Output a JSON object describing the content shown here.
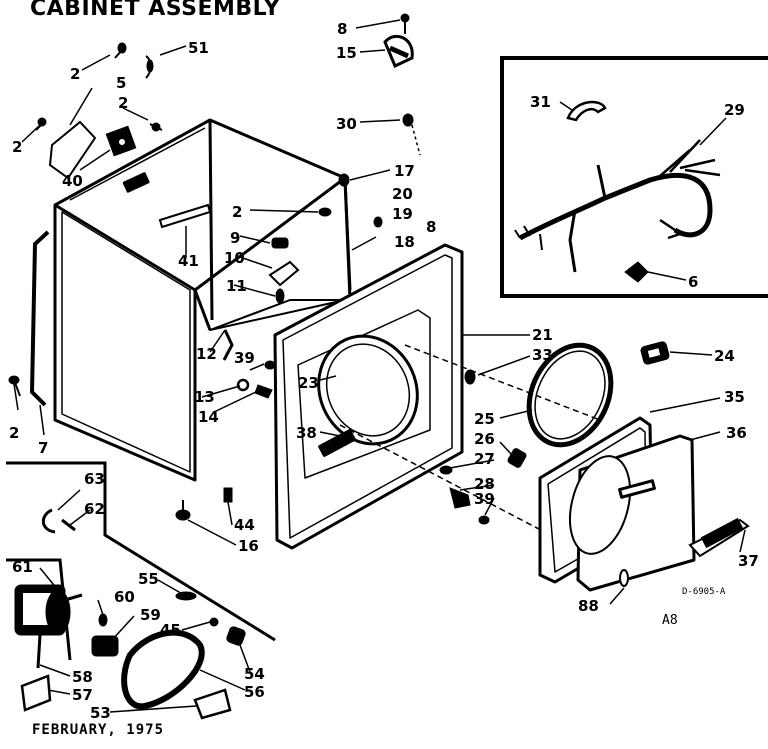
{
  "title": "CABINET ASSEMBLY",
  "footer_date": "FEBRUARY, 1975",
  "drawing_code": "D-6905-A",
  "sheet_code": "A8",
  "callouts": [
    {
      "id": "c8a",
      "text": "8"
    },
    {
      "id": "c15",
      "text": "15"
    },
    {
      "id": "c51",
      "text": "51"
    },
    {
      "id": "c2a",
      "text": "2"
    },
    {
      "id": "c5",
      "text": "5"
    },
    {
      "id": "c2b",
      "text": "2"
    },
    {
      "id": "c2c",
      "text": "2"
    },
    {
      "id": "c40",
      "text": "40"
    },
    {
      "id": "c30",
      "text": "30"
    },
    {
      "id": "c17",
      "text": "17"
    },
    {
      "id": "c20",
      "text": "20"
    },
    {
      "id": "c2d",
      "text": "2"
    },
    {
      "id": "c19",
      "text": "19"
    },
    {
      "id": "c8b",
      "text": "8"
    },
    {
      "id": "c9",
      "text": "9"
    },
    {
      "id": "c18",
      "text": "18"
    },
    {
      "id": "c10",
      "text": "10"
    },
    {
      "id": "c41",
      "text": "41"
    },
    {
      "id": "c11",
      "text": "11"
    },
    {
      "id": "c31",
      "text": "31"
    },
    {
      "id": "c29",
      "text": "29"
    },
    {
      "id": "c6",
      "text": "6"
    },
    {
      "id": "c21",
      "text": "21"
    },
    {
      "id": "c33",
      "text": "33"
    },
    {
      "id": "c24",
      "text": "24"
    },
    {
      "id": "c12",
      "text": "12"
    },
    {
      "id": "c39a",
      "text": "39"
    },
    {
      "id": "c23",
      "text": "23"
    },
    {
      "id": "c35",
      "text": "35"
    },
    {
      "id": "c13",
      "text": "13"
    },
    {
      "id": "c14",
      "text": "14"
    },
    {
      "id": "c25",
      "text": "25"
    },
    {
      "id": "c36",
      "text": "36"
    },
    {
      "id": "c26",
      "text": "26"
    },
    {
      "id": "c38",
      "text": "38"
    },
    {
      "id": "c2e",
      "text": "2"
    },
    {
      "id": "c7",
      "text": "7"
    },
    {
      "id": "c27",
      "text": "27"
    },
    {
      "id": "c28",
      "text": "28"
    },
    {
      "id": "c39b",
      "text": "39"
    },
    {
      "id": "c63",
      "text": "63"
    },
    {
      "id": "c62",
      "text": "62"
    },
    {
      "id": "c44",
      "text": "44"
    },
    {
      "id": "c16",
      "text": "16"
    },
    {
      "id": "c37",
      "text": "37"
    },
    {
      "id": "c61",
      "text": "61"
    },
    {
      "id": "c55",
      "text": "55"
    },
    {
      "id": "c60",
      "text": "60"
    },
    {
      "id": "c59",
      "text": "59"
    },
    {
      "id": "c45",
      "text": "45"
    },
    {
      "id": "c88",
      "text": "88"
    },
    {
      "id": "c54",
      "text": "54"
    },
    {
      "id": "c58",
      "text": "58"
    },
    {
      "id": "c56",
      "text": "56"
    },
    {
      "id": "c57",
      "text": "57"
    },
    {
      "id": "c53",
      "text": "53"
    }
  ]
}
